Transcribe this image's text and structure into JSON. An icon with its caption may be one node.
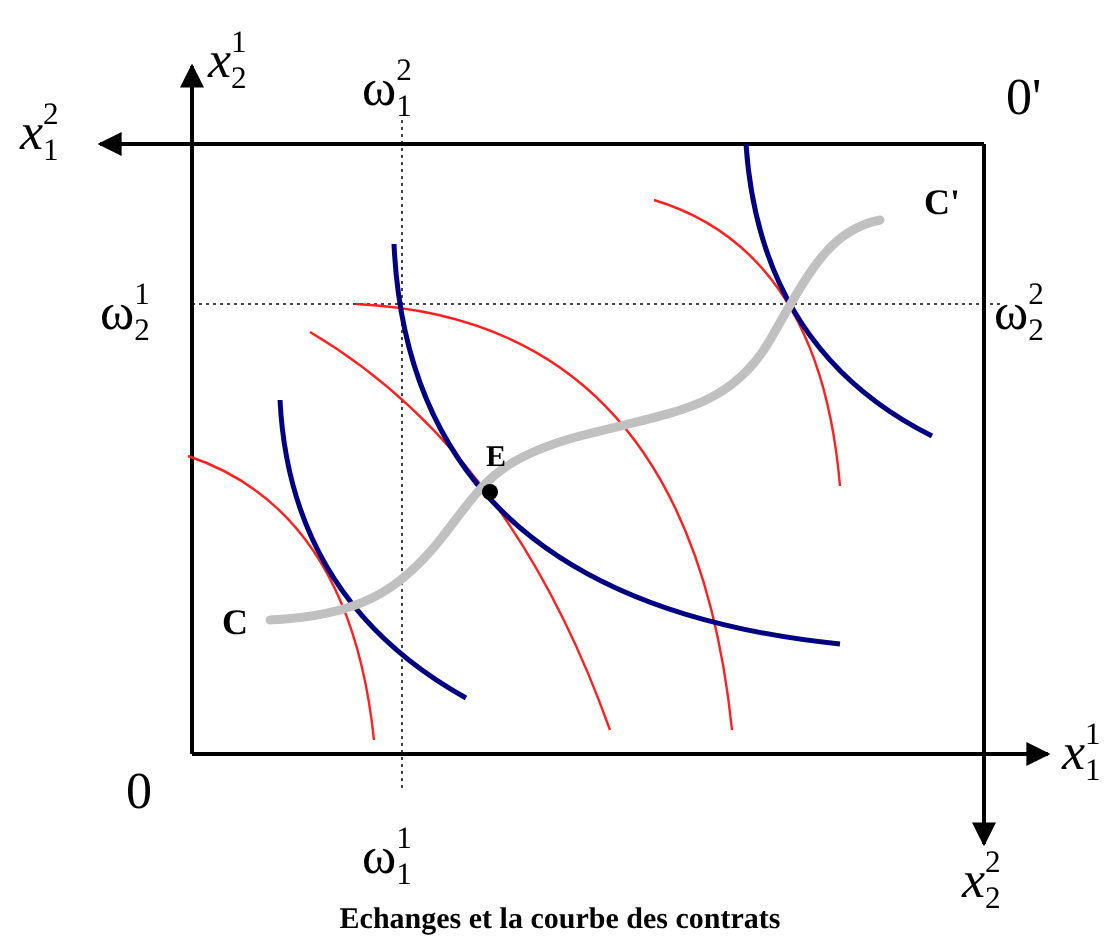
{
  "diagram": {
    "caption": "Echanges et la courbe des contrats",
    "labels": [
      "*x*$_{2}$$^{1}$",
      "ω$_{1}$$^{2}$",
      "0'",
      "*x*$_{1}$$^{2}$",
      "ω$_{2}$$^{1}$",
      "ω$_{2}$$^{2}$",
      "C'",
      "E",
      "C",
      "0",
      "ω$_{1}$$^{1}$",
      "*x*$_{1}$$^{1}$",
      "*x*$_{2}$$^{2}$"
    ]
  }
}
